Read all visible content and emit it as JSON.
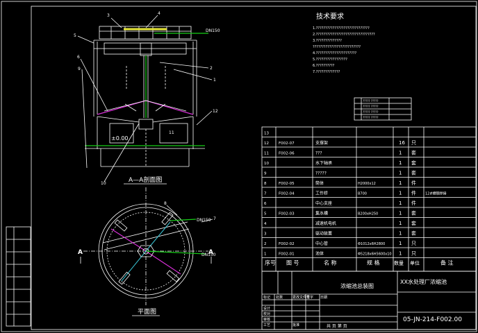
{
  "colors": {
    "background": "#000000",
    "line": "#ffffff",
    "green": "#17d117",
    "magenta": "#d82fd8",
    "yellow": "#e8e83a",
    "cyan": "#39c6d6"
  },
  "views": {
    "section_title": "A—A剖面图",
    "plan_title": "平面图",
    "section_letter": "A",
    "pipe_label": "DN150",
    "elevation": "±0.00",
    "callouts": [
      "3",
      "4",
      "2",
      "1",
      "5",
      "6",
      "9",
      "10",
      "12",
      "11",
      "7",
      "8"
    ]
  },
  "requirements": {
    "title": "技术要求",
    "lines": [
      "1.?????????????????????????????",
      "2.????????????????????????????????",
      "3.??????????????",
      "   ??????????????????????????",
      "4.??????????????????????",
      "5.?????????????????",
      "6.??????????",
      "7.?????????????"
    ]
  },
  "bom": {
    "headers": {
      "seq": "序号",
      "code": "图 号",
      "name": "名 称",
      "spec": "规 格",
      "qty": "数量",
      "unit": "单位",
      "note": "备 注"
    },
    "rows": [
      {
        "seq": "13",
        "code": "",
        "name": "",
        "spec": "",
        "qty": "",
        "unit": "",
        "note": ""
      },
      {
        "seq": "12",
        "code": "F002-07",
        "name": "支撑架",
        "spec": "",
        "qty": "16",
        "unit": "只",
        "note": ""
      },
      {
        "seq": "11",
        "code": "F002-06",
        "name": "???",
        "spec": "",
        "qty": "1",
        "unit": "套",
        "note": ""
      },
      {
        "seq": "10",
        "code": "",
        "name": "水下轴承",
        "spec": "",
        "qty": "1",
        "unit": "套",
        "note": ""
      },
      {
        "seq": "9",
        "code": "",
        "name": "?????",
        "spec": "",
        "qty": "1",
        "unit": "套",
        "note": ""
      },
      {
        "seq": "8",
        "code": "F002-05",
        "name": "筒体",
        "spec": "H2000x12",
        "qty": "1",
        "unit": "件",
        "note": ""
      },
      {
        "seq": "7",
        "code": "F002-04",
        "name": "工作桥",
        "spec": "B700",
        "qty": "1",
        "unit": "件",
        "note": "12#槽钢焊接"
      },
      {
        "seq": "6",
        "code": "",
        "name": "中心支座",
        "spec": "",
        "qty": "1",
        "unit": "件",
        "note": ""
      },
      {
        "seq": "5",
        "code": "F002-03",
        "name": "集水槽",
        "spec": "B200xH250",
        "qty": "1",
        "unit": "套",
        "note": ""
      },
      {
        "seq": "4",
        "code": "",
        "name": "减速机电机",
        "spec": "",
        "qty": "1",
        "unit": "套",
        "note": ""
      },
      {
        "seq": "3",
        "code": "",
        "name": "驱动装置",
        "spec": "",
        "qty": "1",
        "unit": "套",
        "note": ""
      },
      {
        "seq": "2",
        "code": "F002-02",
        "name": "中心管",
        "spec": "Φ1012x6H2800",
        "qty": "1",
        "unit": "只",
        "note": ""
      },
      {
        "seq": "1",
        "code": "F002-01",
        "name": "池体",
        "spec": "Φ5218x6H5600x10",
        "qty": "1",
        "unit": "只",
        "note": ""
      }
    ]
  },
  "small_table": {
    "rows": [
      "????? ?????",
      "????? ?????",
      "????? ?????",
      "????? ?????"
    ]
  },
  "title_block": {
    "drawing_name": "浓缩池总装图",
    "company": "XX水处理厂浓缩池",
    "drawing_no": "05-JN-214-F002.00",
    "sheet": "共  页    第  页",
    "roles": [
      "标记",
      "处数",
      "更改文件号",
      "签字",
      "日期",
      "设计",
      "校对",
      "审核",
      "工艺",
      "批准"
    ]
  },
  "sidebar": {
    "rows": [
      "",
      "",
      "",
      "",
      "",
      "",
      "",
      ""
    ]
  }
}
